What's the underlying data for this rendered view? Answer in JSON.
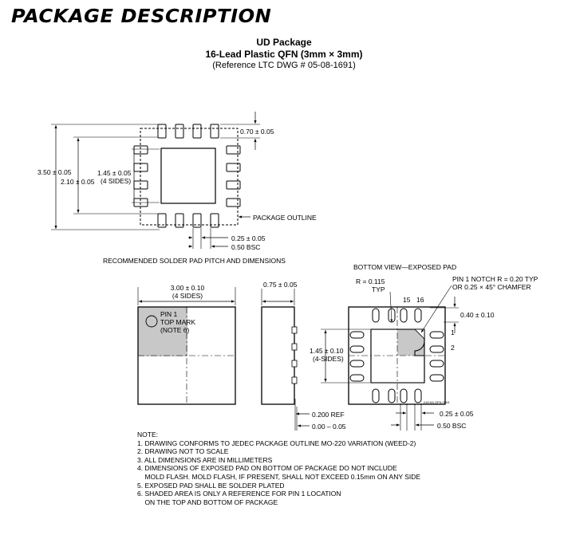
{
  "heading": "PACKAGE DESCRIPTION",
  "package": {
    "title": "UD Package",
    "subtitle": "16-Lead Plastic QFN (3mm × 3mm)",
    "reference": "(Reference LTC DWG # 05-08-1691)"
  },
  "footprint": {
    "dim_350": "3.50 ± 0.05",
    "dim_210": "2.10 ± 0.05",
    "dim_145": "1.45 ± 0.05",
    "dim_145_sides": "(4 SIDES)",
    "dim_070": "0.70 ± 0.05",
    "package_outline": "PACKAGE OUTLINE",
    "dim_025": "0.25 ± 0.05",
    "dim_050": "0.50 BSC",
    "caption": "RECOMMENDED SOLDER PAD PITCH AND DIMENSIONS"
  },
  "top_view": {
    "dim_300": "3.00 ± 0.10",
    "dim_300_sides": "(4 SIDES)",
    "pin1_line1": "PIN 1",
    "pin1_line2": "TOP MARK",
    "pin1_line3": "(NOTE 6)"
  },
  "side_view": {
    "dim_075": "0.75 ± 0.05",
    "dim_0200": "0.200 REF",
    "dim_000": "0.00 – 0.05"
  },
  "bottom_view": {
    "caption": "BOTTOM VIEW—EXPOSED PAD",
    "r0115_line1": "R = 0.115",
    "r0115_line2": "TYP",
    "pin15": "15",
    "pin16": "16",
    "notch_line1": "PIN 1 NOTCH R = 0.20 TYP",
    "notch_line2": "OR 0.25 × 45° CHAMFER",
    "dim_040": "0.40 ± 0.10",
    "pin1": "1",
    "pin2": "2",
    "dim_145": "1.45 ± 0.10",
    "dim_145_sides": "(4-SIDES)",
    "drawing_code": "(UD16) QFN 0904",
    "dim_025": "0.25 ± 0.05",
    "dim_050": "0.50 BSC"
  },
  "notes": [
    "NOTE:",
    "1. DRAWING CONFORMS TO JEDEC PACKAGE OUTLINE MO-220 VARIATION (WEED-2)",
    "2. DRAWING NOT TO SCALE",
    "3. ALL DIMENSIONS ARE IN MILLIMETERS",
    "4. DIMENSIONS OF EXPOSED PAD ON BOTTOM OF PACKAGE DO NOT INCLUDE",
    "    MOLD FLASH. MOLD FLASH, IF PRESENT, SHALL NOT EXCEED 0.15mm ON ANY SIDE",
    "5. EXPOSED PAD SHALL BE SOLDER PLATED",
    "6. SHADED AREA IS ONLY A REFERENCE FOR PIN 1 LOCATION",
    "    ON THE TOP AND BOTTOM OF PACKAGE"
  ]
}
